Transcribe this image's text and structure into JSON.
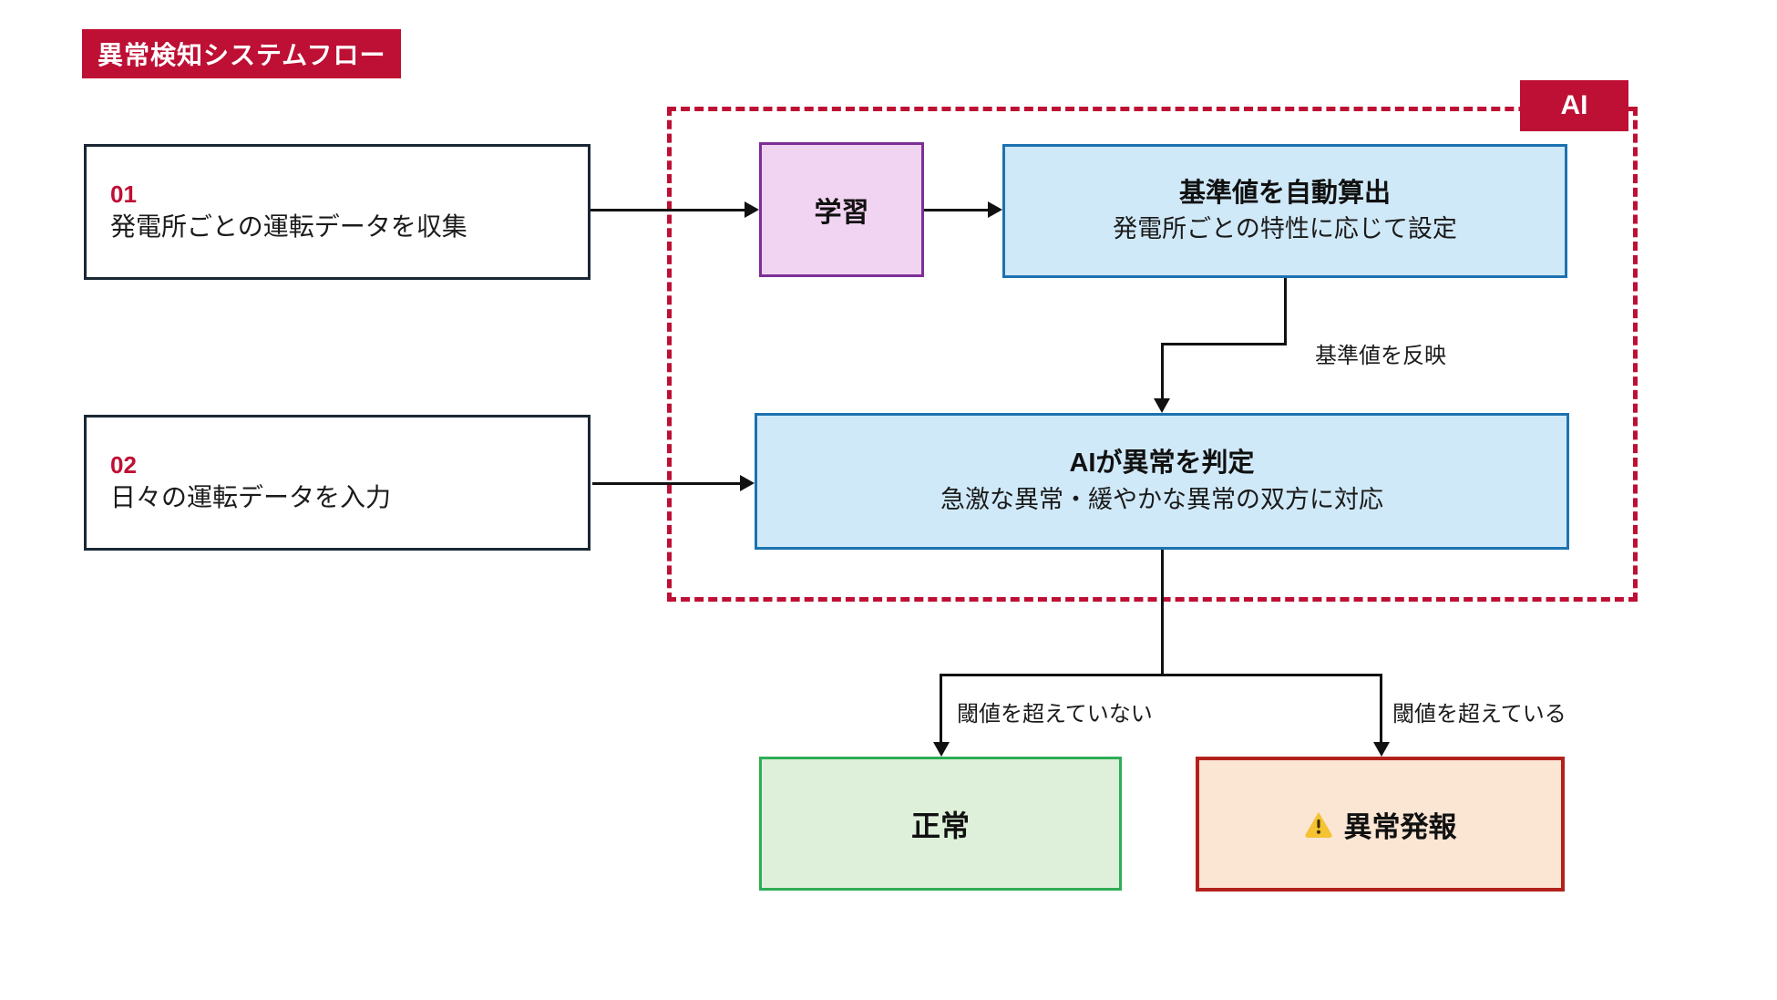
{
  "header": {
    "title": "異常検知システムフロー"
  },
  "ai_region": {
    "badge": "AI"
  },
  "steps": [
    {
      "number": "01",
      "label": "発電所ごとの運転データを収集"
    },
    {
      "number": "02",
      "label": "日々の運転データを入力"
    }
  ],
  "nodes": {
    "learning": {
      "label": "学習"
    },
    "baseline": {
      "title": "基準値を自動算出",
      "subtitle": "発電所ごとの特性に応じて設定"
    },
    "judgement": {
      "title": "AIが異常を判定",
      "subtitle": "急激な異常・緩やかな異常の双方に対応"
    },
    "normal": {
      "label": "正常"
    },
    "alert": {
      "label": "異常発報",
      "icon": "warning-triangle"
    }
  },
  "edge_labels": {
    "reflect_baseline": "基準値を反映",
    "threshold_not_exceeded": "閾値を超えていない",
    "threshold_exceeded": "閾値を超えている"
  },
  "colors": {
    "accent": "#be0f34",
    "box-border-dark": "#1a2733",
    "blue-border": "#1c72b0",
    "blue-bg": "#d0e9f8",
    "purple-border": "#7d2f96",
    "purple-bg": "#f1d4f1",
    "green-border": "#2ead55",
    "green-bg": "#def0da",
    "red-border": "#b3211d",
    "red-bg": "#fbe5d3",
    "line": "#111111",
    "warning-yellow": "#f5c231"
  }
}
